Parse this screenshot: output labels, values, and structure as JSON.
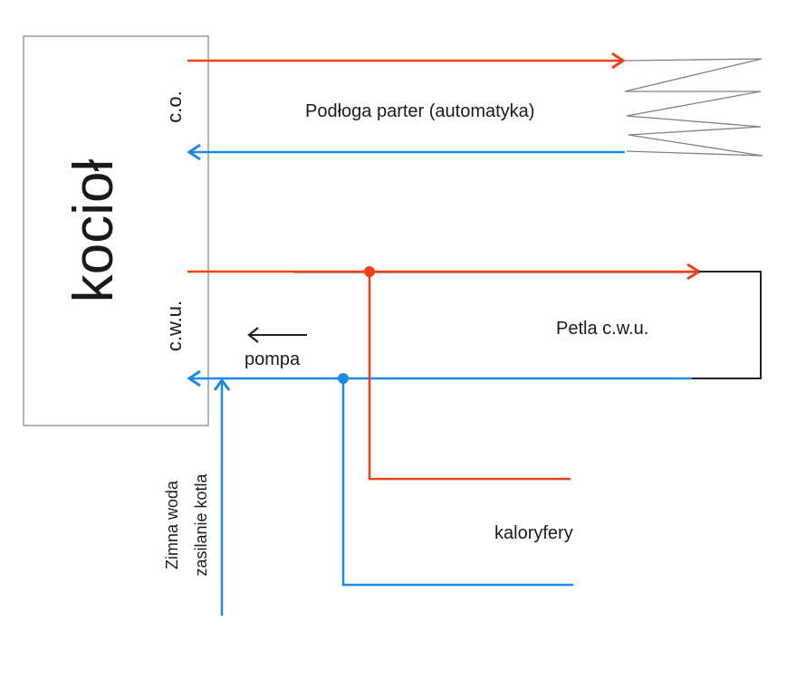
{
  "colors": {
    "hot": "#f0401a",
    "cold": "#1a8ae6",
    "boiler_border": "#9a9a9a",
    "loop": "#222222",
    "coil": "#808080",
    "text": "#1a1a1a"
  },
  "boiler": {
    "label": "kocioł",
    "port_co": "c.o.",
    "port_cwu": "c.w.u."
  },
  "circuits": {
    "floor_heating": "Podłoga parter (automatyka)",
    "dhw_loop": "Petla c.w.u.",
    "radiators": "kaloryfery",
    "pump": "pompa",
    "cold_water_line1": "Zimna woda",
    "cold_water_line2": "zasilanie kotla"
  }
}
